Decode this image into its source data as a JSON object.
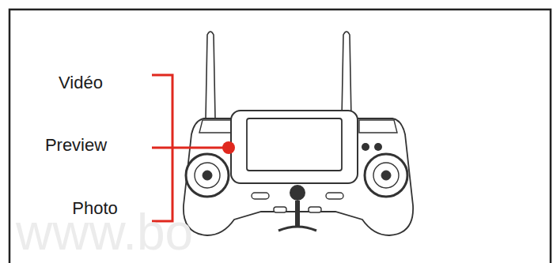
{
  "diagram": {
    "labels": [
      "Vidéo",
      "Preview",
      "Photo",
      "www.bo"
    ]
  }
}
